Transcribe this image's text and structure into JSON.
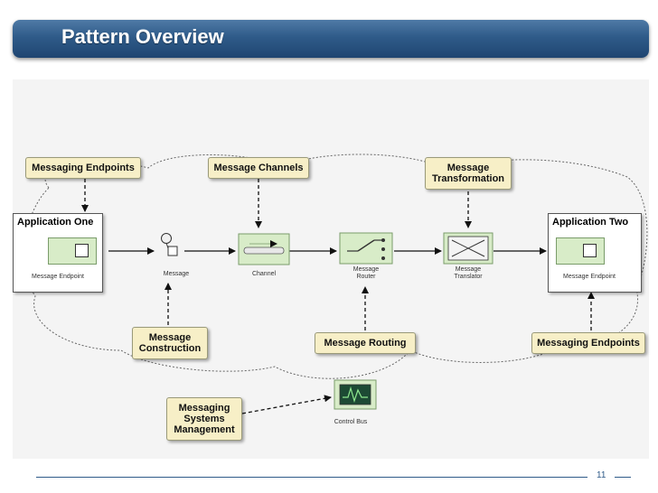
{
  "header": {
    "title": "Pattern Overview"
  },
  "applications": {
    "one": {
      "title": "Application One",
      "endpoint_label": "Message Endpoint"
    },
    "two": {
      "title": "Application Two",
      "endpoint_label": "Message Endpoint"
    }
  },
  "components": {
    "message": "Message",
    "channel": "Channel",
    "router": [
      "Message",
      "Router"
    ],
    "translator": [
      "Message",
      "Translator"
    ],
    "control_bus": "Control Bus"
  },
  "callouts": {
    "messaging_endpoints_top": "Messaging Endpoints",
    "message_channels": "Message Channels",
    "message_transformation": [
      "Message",
      "Transformation"
    ],
    "message_construction": [
      "Message",
      "Construction"
    ],
    "message_routing": "Message Routing",
    "messaging_endpoints_bottom": "Messaging Endpoints",
    "systems_management": [
      "Messaging",
      "Systems",
      "Management"
    ]
  },
  "colors": {
    "title_bar": "#2f5b89",
    "callout_fill": "#f7efc7",
    "endpoint_fill": "#d8ecc8",
    "control_bus_screen": "#1d4a34"
  },
  "footer": {
    "page_number": "11"
  }
}
